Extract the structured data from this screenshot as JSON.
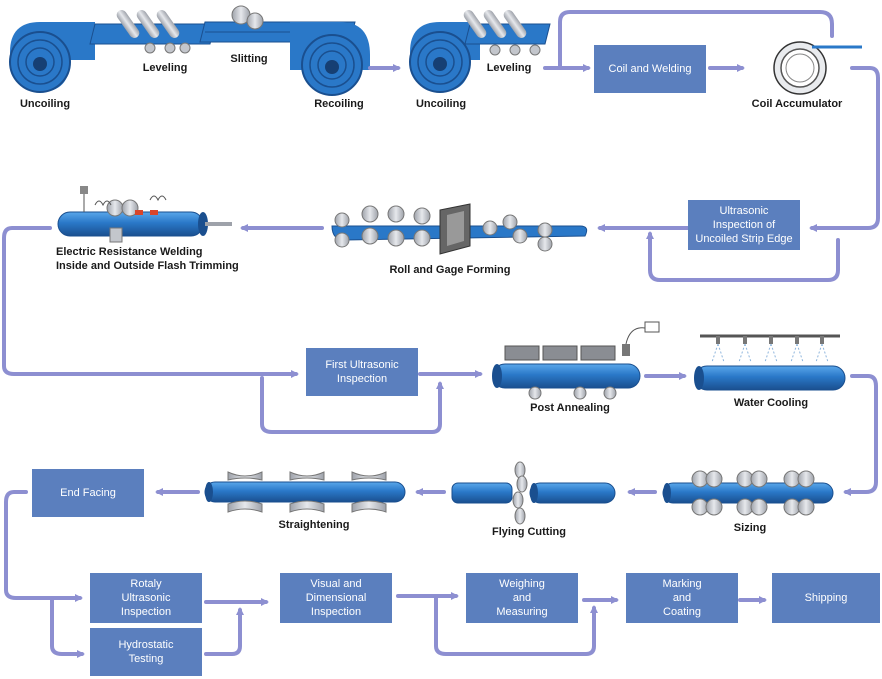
{
  "colors": {
    "arrow": "#8d8fd1",
    "step_box": "#5b7fbe",
    "step_box_text": "#ffffff",
    "pipe": "#2a78c8",
    "pipe_dark": "#1a4f8f",
    "roller": "#c3c6cc"
  },
  "illustrated_steps": {
    "uncoiling_1": "Uncoiling",
    "leveling_1": "Leveling",
    "slitting": "Slitting",
    "recoiling": "Recoiling",
    "uncoiling_2": "Uncoiling",
    "leveling_2": "Leveling",
    "coil_accumulator": "Coil Accumulator",
    "erw_line1": "Electric Resistance Welding",
    "erw_line2": "Inside and Outside Flash Trimming",
    "roll_gage_forming": "Roll and Gage Forming",
    "post_annealing": "Post Annealing",
    "water_cooling": "Water Cooling",
    "sizing": "Sizing",
    "flying_cutting": "Flying Cutting",
    "straightening": "Straightening"
  },
  "boxed_steps": {
    "coil_welding": [
      "Coil and Welding"
    ],
    "ultrasonic_strip": [
      "Ultrasonic",
      "Inspection of",
      "Uncoiled Strip Edge"
    ],
    "first_ultrasonic": [
      "First Ultrasonic",
      "Inspection"
    ],
    "end_facing": [
      "End Facing"
    ],
    "rotaly_ultrasonic": [
      "Rotaly",
      "Ultrasonic",
      "Inspection"
    ],
    "hydrostatic": [
      "Hydrostatic",
      "Testing"
    ],
    "visual_dimensional": [
      "Visual and",
      "Dimensional",
      "Inspection"
    ],
    "weighing": [
      "Weighing",
      "and",
      "Measuring"
    ],
    "marking": [
      "Marking",
      "and",
      "Coating"
    ],
    "shipping": [
      "Shipping"
    ]
  }
}
